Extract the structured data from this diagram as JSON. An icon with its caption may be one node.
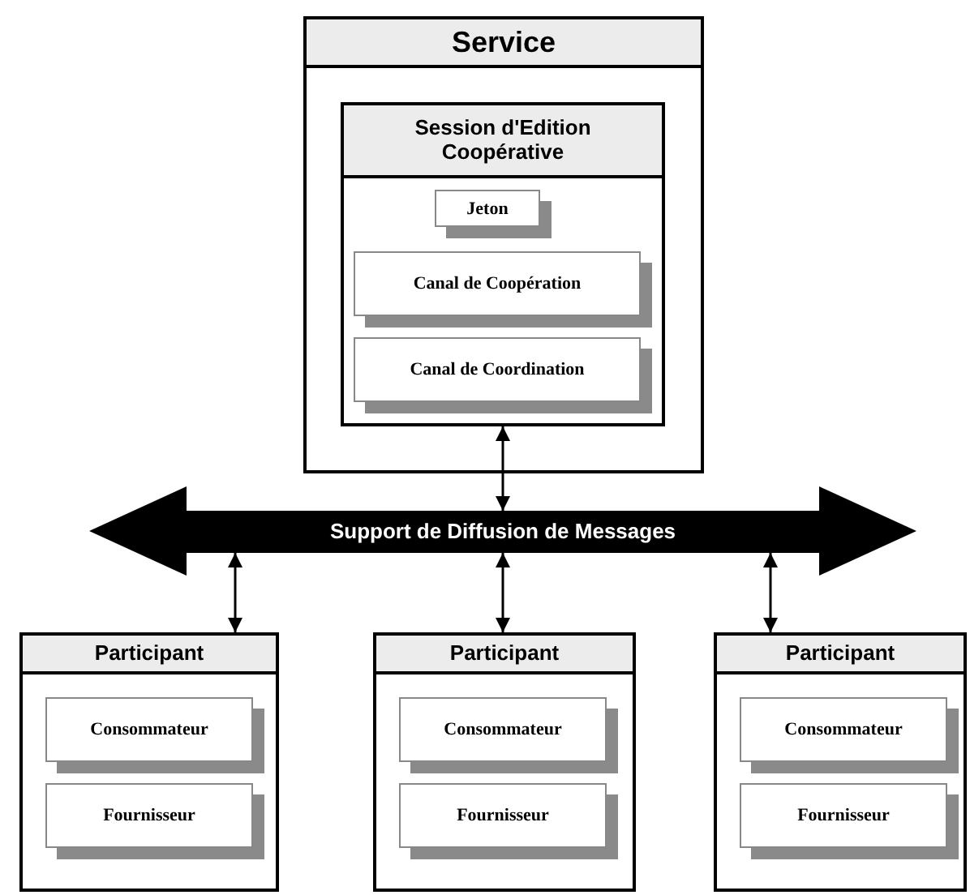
{
  "diagram": {
    "nodes": [
      {
        "text": [
          "Service"
        ]
      },
      {
        "text": [
          "Session d'Edition Coopérative"
        ],
        "in": 0
      },
      {
        "text": [
          "Jeton"
        ],
        "in": 1
      },
      {
        "text": [
          "Canal de Coopération"
        ],
        "in": 1
      },
      {
        "text": [
          "Canal de Coordination"
        ],
        "in": 1
      },
      {
        "text": [
          "Support de Diffusion de Messages"
        ]
      },
      {
        "text": [
          "Participant"
        ]
      },
      {
        "text": [
          "Consommateur"
        ],
        "in": 6
      },
      {
        "text": [
          "Fournisseur"
        ],
        "in": 6
      },
      {
        "text": [
          "Participant"
        ]
      },
      {
        "text": [
          "Consommateur"
        ],
        "in": 9
      },
      {
        "text": [
          "Fournisseur"
        ],
        "in": 9
      },
      {
        "text": [
          "Participant"
        ]
      },
      {
        "text": [
          "Consommateur"
        ],
        "in": 12
      },
      {
        "text": [
          "Fournisseur"
        ],
        "in": 12
      }
    ],
    "edges": [
      {
        "from": 1,
        "to": 5,
        "arrow": "both"
      },
      {
        "from": 5,
        "to": 6,
        "arrow": "both"
      },
      {
        "from": 5,
        "to": 9,
        "arrow": "both"
      },
      {
        "from": 5,
        "to": 12,
        "arrow": "both"
      }
    ]
  }
}
